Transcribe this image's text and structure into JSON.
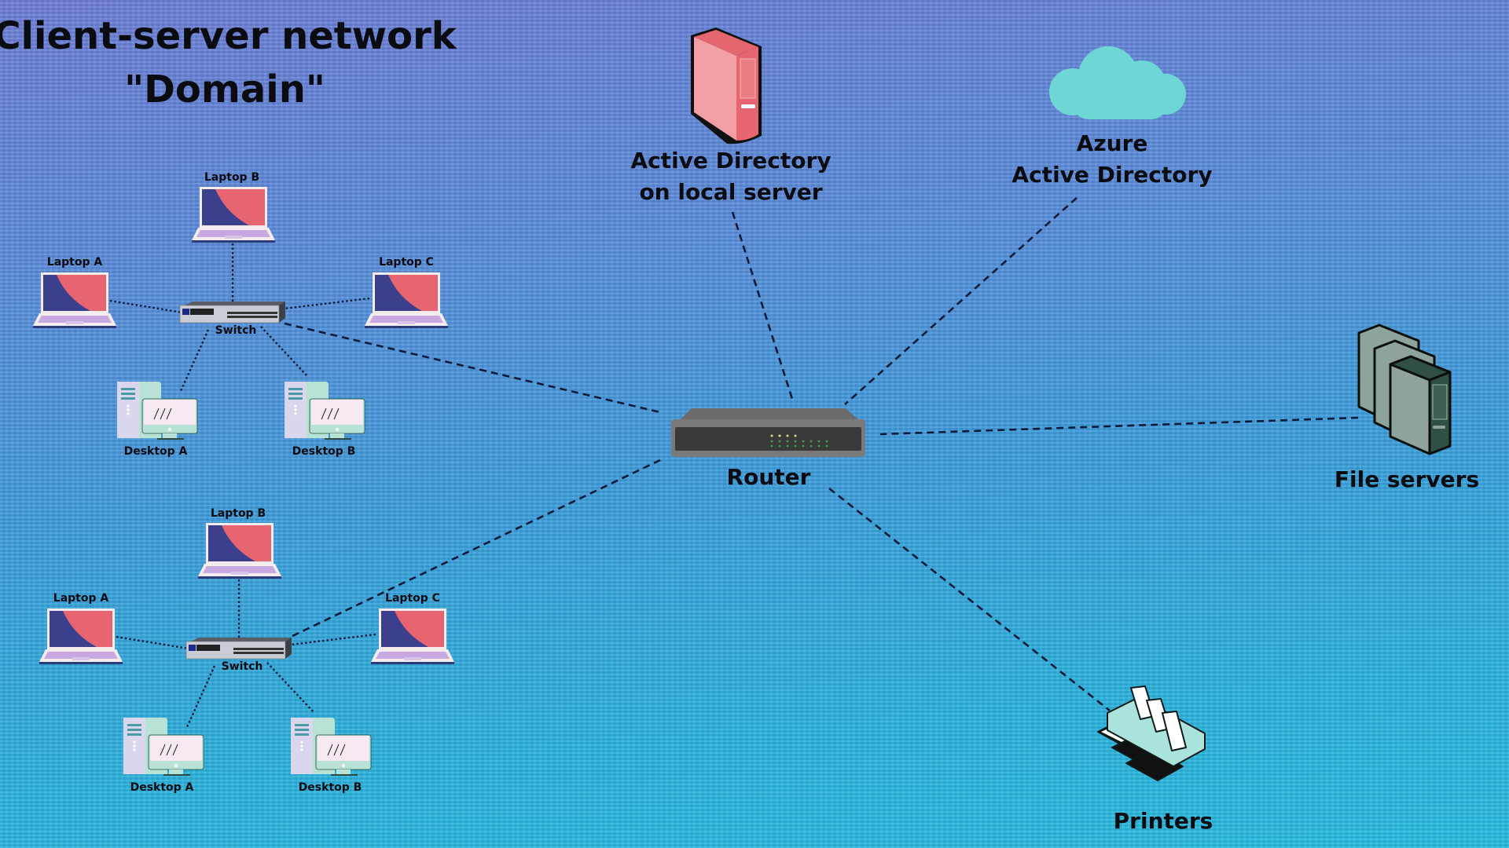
{
  "title": {
    "line1": "Client-server network",
    "line2": "\"Domain\""
  },
  "groups": [
    {
      "switch": "Switch",
      "laptops": [
        "Laptop A",
        "Laptop B",
        "Laptop C"
      ],
      "desktops": [
        "Desktop A",
        "Desktop B"
      ]
    },
    {
      "switch": "Switch",
      "laptops": [
        "Laptop A",
        "Laptop B",
        "Laptop C"
      ],
      "desktops": [
        "Desktop A",
        "Desktop B"
      ]
    }
  ],
  "router": {
    "label": "Router"
  },
  "ad_server": {
    "line1": "Active Directory",
    "line2": "on local server"
  },
  "azure": {
    "line1": "Azure",
    "line2": "Active Directory"
  },
  "file_servers": {
    "label": "File servers"
  },
  "printers": {
    "label": "Printers"
  },
  "colors": {
    "laptop_screen_red": "#e66570",
    "laptop_screen_blue": "#3b3f8c",
    "laptop_base": "#c8a8e0",
    "server_red": "#f08f95",
    "cloud": "#6fd6d6",
    "file_server": "#2f4f47",
    "printer": "#a9e3dc"
  }
}
